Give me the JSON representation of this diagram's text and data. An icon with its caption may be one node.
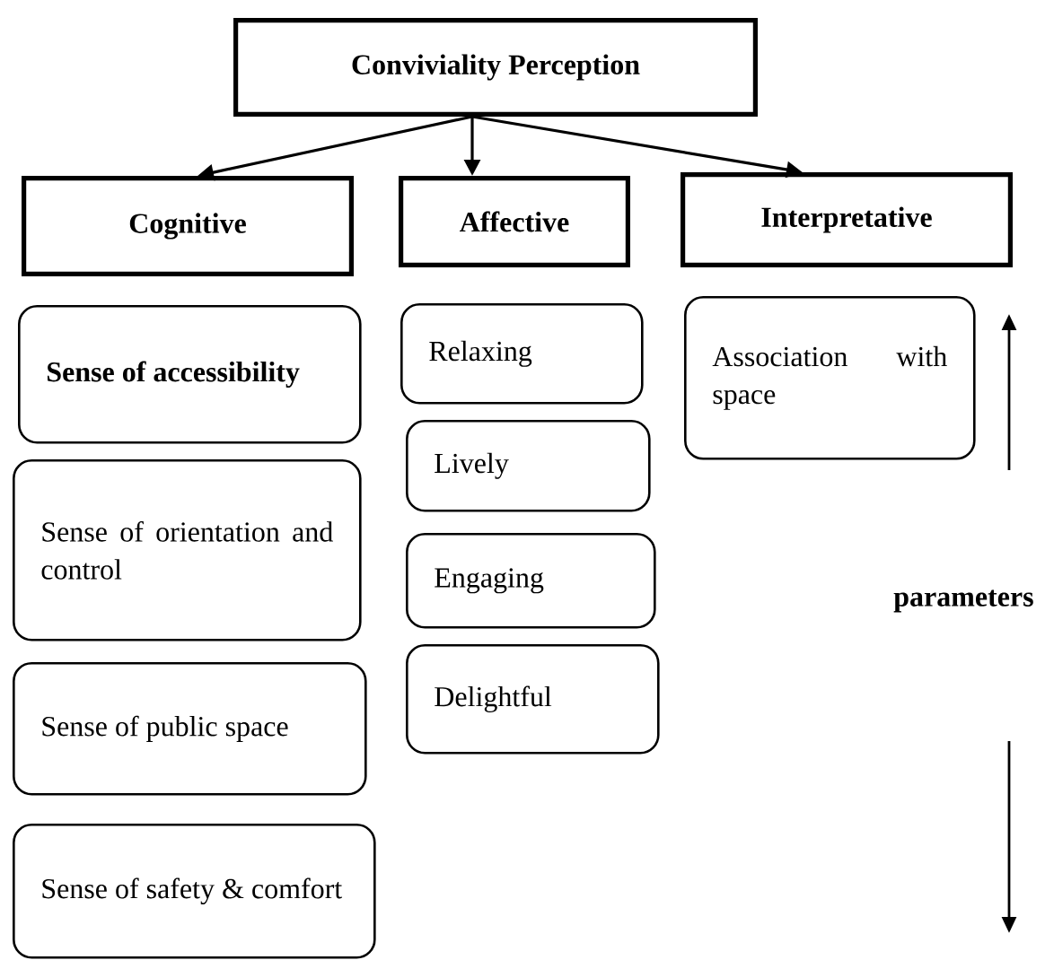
{
  "diagram": {
    "nodes": [
      {
        "text": [
          "Conviviality Perception"
        ]
      },
      {
        "text": [
          "Cognitive"
        ]
      },
      {
        "text": [
          "Affective"
        ]
      },
      {
        "text": [
          "Interpretative"
        ]
      },
      {
        "text": [
          "Sense of accessibility"
        ]
      },
      {
        "text": [
          "Sense of orientation and control"
        ]
      },
      {
        "text": [
          "Sense of public space"
        ]
      },
      {
        "text": [
          "Sense of safety & comfort"
        ]
      },
      {
        "text": [
          "Relaxing"
        ]
      },
      {
        "text": [
          "Lively"
        ]
      },
      {
        "text": [
          "Engaging"
        ]
      },
      {
        "text": [
          "Delightful"
        ]
      },
      {
        "text": [
          "Association with space"
        ]
      }
    ],
    "edges": [
      {
        "from": 0,
        "to": 1,
        "arrow": "to"
      },
      {
        "from": 0,
        "to": 2,
        "arrow": "to"
      },
      {
        "from": 0,
        "to": 3,
        "arrow": "to"
      }
    ],
    "labels": [
      "parameters"
    ]
  }
}
